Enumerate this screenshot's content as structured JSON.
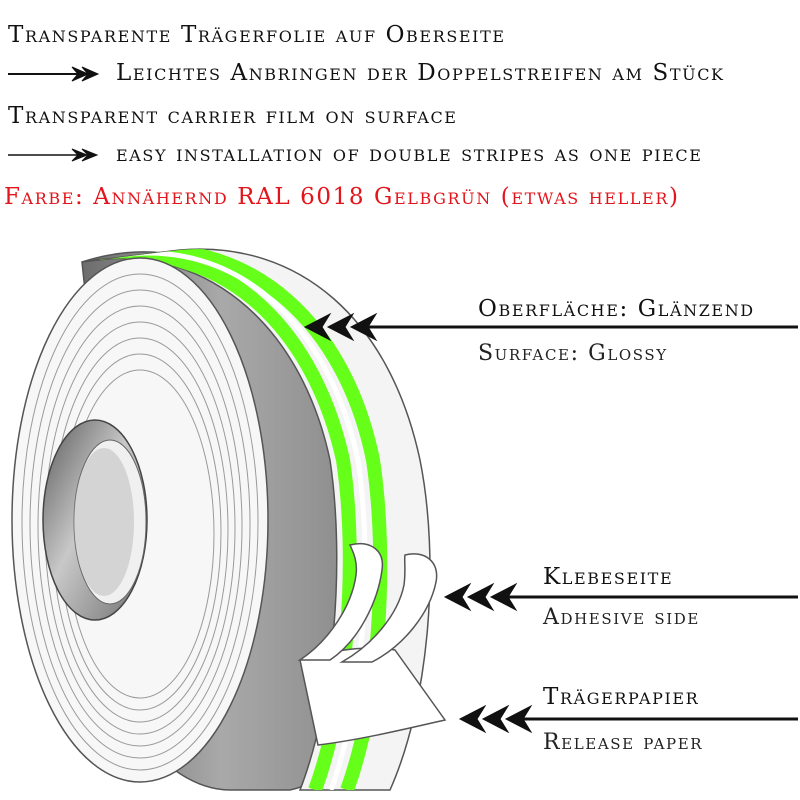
{
  "header": {
    "line1": "Transparente Trägerfolie auf Oberseite",
    "line2": "Leichtes Anbringen der Doppelstreifen am Stück",
    "line3": "Transparent carrier film on surface",
    "line4": "easy installation of double stripes as one piece",
    "color_note": "Farbe: Annähernd RAL 6018 Gelbgrün (etwas heller)"
  },
  "callouts": {
    "surface_de": "Oberfläche: Glänzend",
    "surface_en": "Surface: Glossy",
    "adhesive_de": "Klebeseite",
    "adhesive_en": "Adhesive side",
    "release_de": "Trägerpapier",
    "release_en": "Release paper"
  },
  "colors": {
    "stripe": "#66ff1a",
    "note_red": "#e3141b",
    "core_grey": "#8f8f8f",
    "outline": "#555555"
  },
  "icons": {
    "header_arrows": "double-chevron-right-arrow",
    "callout_arrows": "double-chevron-left-arrow"
  }
}
